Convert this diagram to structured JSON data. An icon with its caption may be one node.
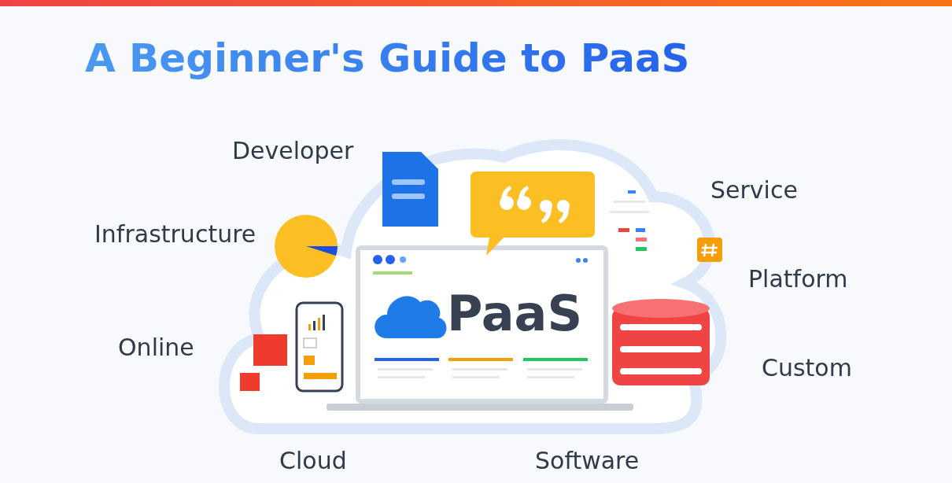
{
  "diagram": {
    "title": "A Beginner's Guide to PaaS",
    "labels": [
      "Developer",
      "Service",
      "Infrastructure",
      "Platform",
      "PaaS",
      "Online",
      "Custom",
      "Cloud",
      "Software"
    ]
  }
}
